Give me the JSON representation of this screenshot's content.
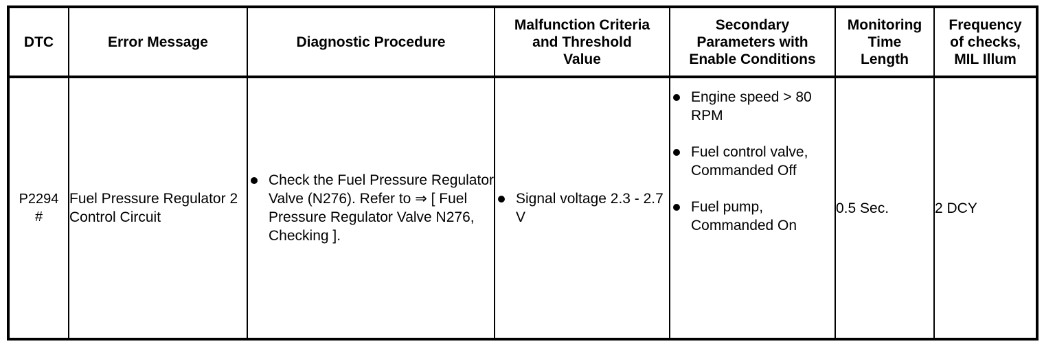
{
  "table": {
    "columns": [
      {
        "key": "dtc",
        "header": "DTC"
      },
      {
        "key": "error_message",
        "header": "Error Message"
      },
      {
        "key": "diagnostic_procedure",
        "header": "Diagnostic Procedure"
      },
      {
        "key": "malfunction_criteria",
        "header": "Malfunction Criteria and Threshold Value"
      },
      {
        "key": "secondary_parameters",
        "header": "Secondary Parameters with Enable Conditions"
      },
      {
        "key": "monitoring_time",
        "header": "Monitoring Time Length"
      },
      {
        "key": "frequency",
        "header": "Frequency of checks, MIL Illum"
      }
    ],
    "headers": {
      "dtc": "DTC",
      "error_message": "Error Message",
      "diagnostic_procedure": "Diagnostic Procedure",
      "malfunction_criteria_line1": "Malfunction Criteria",
      "malfunction_criteria_line2": "and Threshold",
      "malfunction_criteria_line3": "Value",
      "secondary_parameters_line1": "Secondary",
      "secondary_parameters_line2": "Parameters with",
      "secondary_parameters_line3": "Enable Conditions",
      "monitoring_time_line1": "Monitoring",
      "monitoring_time_line2": "Time",
      "monitoring_time_line3": "Length",
      "frequency_line1": "Frequency",
      "frequency_line2": "of checks,",
      "frequency_line3": "MIL Illum"
    },
    "rows": [
      {
        "dtc_code": "P2294",
        "dtc_marker": "#",
        "error_message": "Fuel Pressure Regulator 2 Control Circuit",
        "diagnostic_procedure_bullets": [
          "Check the Fuel Pressure Regulator Valve (N276). Refer to ⇒ [ Fuel Pressure Regulator Valve N276, Checking ]."
        ],
        "malfunction_criteria_bullets": [
          "Signal voltage 2.3 - 2.7 V"
        ],
        "secondary_parameters_bullets": [
          "Engine speed > 80 RPM",
          "Fuel control valve, Commanded Off",
          "Fuel pump, Commanded On"
        ],
        "monitoring_time_length": "0.5 Sec.",
        "frequency_of_checks": "2 DCY"
      }
    ]
  },
  "colors": {
    "border": "#000000",
    "text": "#000000",
    "background": "#ffffff"
  }
}
